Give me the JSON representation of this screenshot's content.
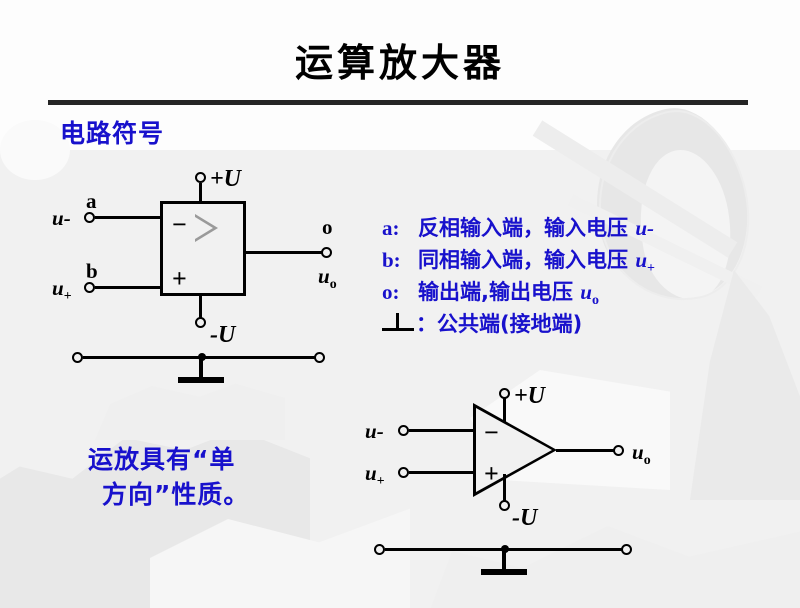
{
  "slide": {
    "title": "运算放大器",
    "subtitle": "电路符号",
    "note_line1": "运放具有“单",
    "note_line2": "方向”性质。",
    "accent_blue": "#1811cc",
    "ink_black": "#000000"
  },
  "legend": [
    {
      "key": "a:",
      "text": "反相输入端，输入电压 ",
      "symbol": "u",
      "sub": "-"
    },
    {
      "key": "b:",
      "text": "同相输入端，输入电压 ",
      "symbol": "u",
      "sub": "+"
    },
    {
      "key": "o:",
      "text": "输出端,输出电压  ",
      "symbol": "u",
      "sub": "o"
    },
    {
      "key": "ground-symbol",
      "text": "：公共端(接地端)",
      "symbol": "",
      "sub": ""
    }
  ],
  "diagram_box": {
    "caption": "rectangular-opamp-symbol",
    "supply_positive": "+U",
    "supply_negative": "-U",
    "input_inverting_terminal": "a",
    "input_inverting_voltage": "u",
    "input_inverting_sub": "-",
    "input_noninverting_terminal": "b",
    "input_noninverting_voltage": "u",
    "input_noninverting_sub": "+",
    "output_terminal": "o",
    "output_voltage": "u",
    "output_sub": "o",
    "sign_minus": "−",
    "sign_plus": "+"
  },
  "diagram_triangle": {
    "caption": "triangular-opamp-symbol",
    "supply_positive": "+U",
    "supply_negative": "-U",
    "input_inverting_voltage": "u",
    "input_inverting_sub": "-",
    "input_noninverting_voltage": "u",
    "input_noninverting_sub": "+",
    "output_voltage": "u",
    "output_sub": "o",
    "sign_minus": "−",
    "sign_plus": "+"
  }
}
